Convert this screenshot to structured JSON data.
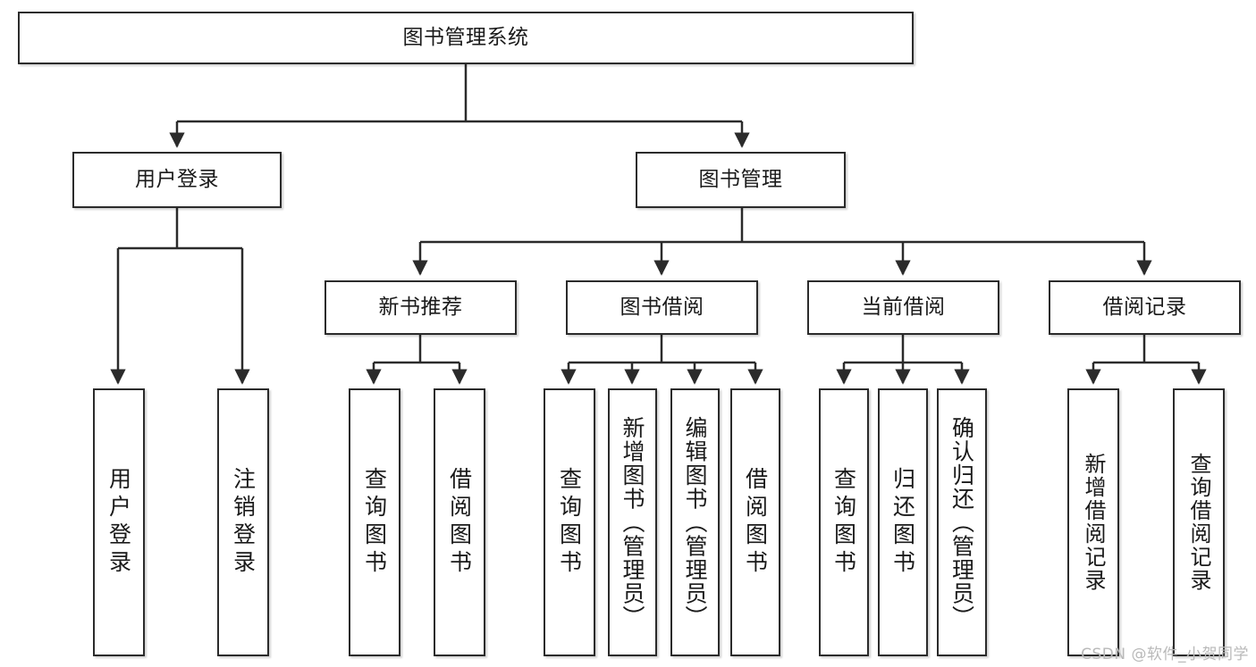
{
  "diagram": {
    "type": "tree",
    "title_node": {
      "label": "图书管理系统"
    },
    "level2": [
      {
        "label": "用户登录"
      },
      {
        "label": "图书管理"
      }
    ],
    "level3": [
      {
        "label": "新书推荐"
      },
      {
        "label": "图书借阅"
      },
      {
        "label": "当前借阅"
      },
      {
        "label": "借阅记录"
      }
    ],
    "leaves": {
      "user_login": [
        {
          "label": "用户登录"
        },
        {
          "label": "注销登录"
        }
      ],
      "new_book_recommend": [
        {
          "label": "查询图书"
        },
        {
          "label": "借阅图书"
        }
      ],
      "book_borrow": [
        {
          "label": "查询图书"
        },
        {
          "label": "新增图书（管理员）"
        },
        {
          "label": "编辑图书（管理员）"
        },
        {
          "label": "借阅图书"
        }
      ],
      "current_borrow": [
        {
          "label": "查询图书"
        },
        {
          "label": "归还图书"
        },
        {
          "label": "确认归还（管理员）"
        }
      ],
      "borrow_record": [
        {
          "label": "新增借阅记录"
        },
        {
          "label": "查询借阅记录"
        }
      ]
    }
  },
  "watermark": {
    "text": "CSDN @软件_小贺同学"
  },
  "colors": {
    "box_border": "#2b2b2b",
    "box_fill": "#ffffff",
    "connector": "#2b2b2b",
    "text": "#1a1a1a",
    "watermark": "#b9b9b9"
  }
}
